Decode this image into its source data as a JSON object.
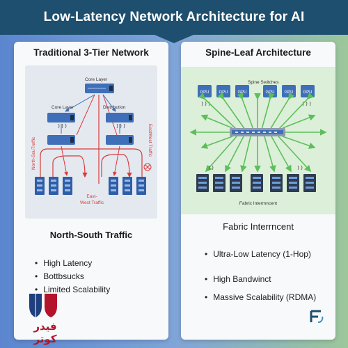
{
  "title": "Low-Latency Network Architecture for AI",
  "left": {
    "heading": "Traditional 3-Tier Network",
    "diagram": {
      "core_label": "Core Layer",
      "core2_label": "Core Layer",
      "distribution_label": "Distribution",
      "north_south_label": "North-SouTraffic",
      "east_west_side_label": "EastWest Traffic",
      "east_west_label_line1": "East-",
      "east_west_label_line2": "West Traffic"
    },
    "subheading": "North-South Traffic",
    "bullets": [
      "High Latency",
      "Bottbsucks",
      "Limited Scalability"
    ]
  },
  "right": {
    "heading": "Spine-Leaf Architecture",
    "diagram": {
      "spine_label": "Spine Switches",
      "gpu_label": "GPU",
      "fabric_label": "Fabric Intermncent"
    },
    "subheading": "Fabric Interrncent",
    "bullets": [
      "Ultra-Low Latency (1-Hop)",
      "High Bandwinct",
      "Massive Scalability (RDMA)"
    ]
  },
  "brand": {
    "logo_text": "فیدر کوتر",
    "logo_alt": "logo",
    "corner_logo": "FE"
  },
  "colors": {
    "title_bg": "#1e4f6e",
    "switch_blue": "#3e6fb8",
    "traffic_red": "#d83a3a",
    "mesh_green": "#5cbf5a",
    "logo_red": "#b3142a",
    "logo_blue": "#1e3f7e"
  }
}
